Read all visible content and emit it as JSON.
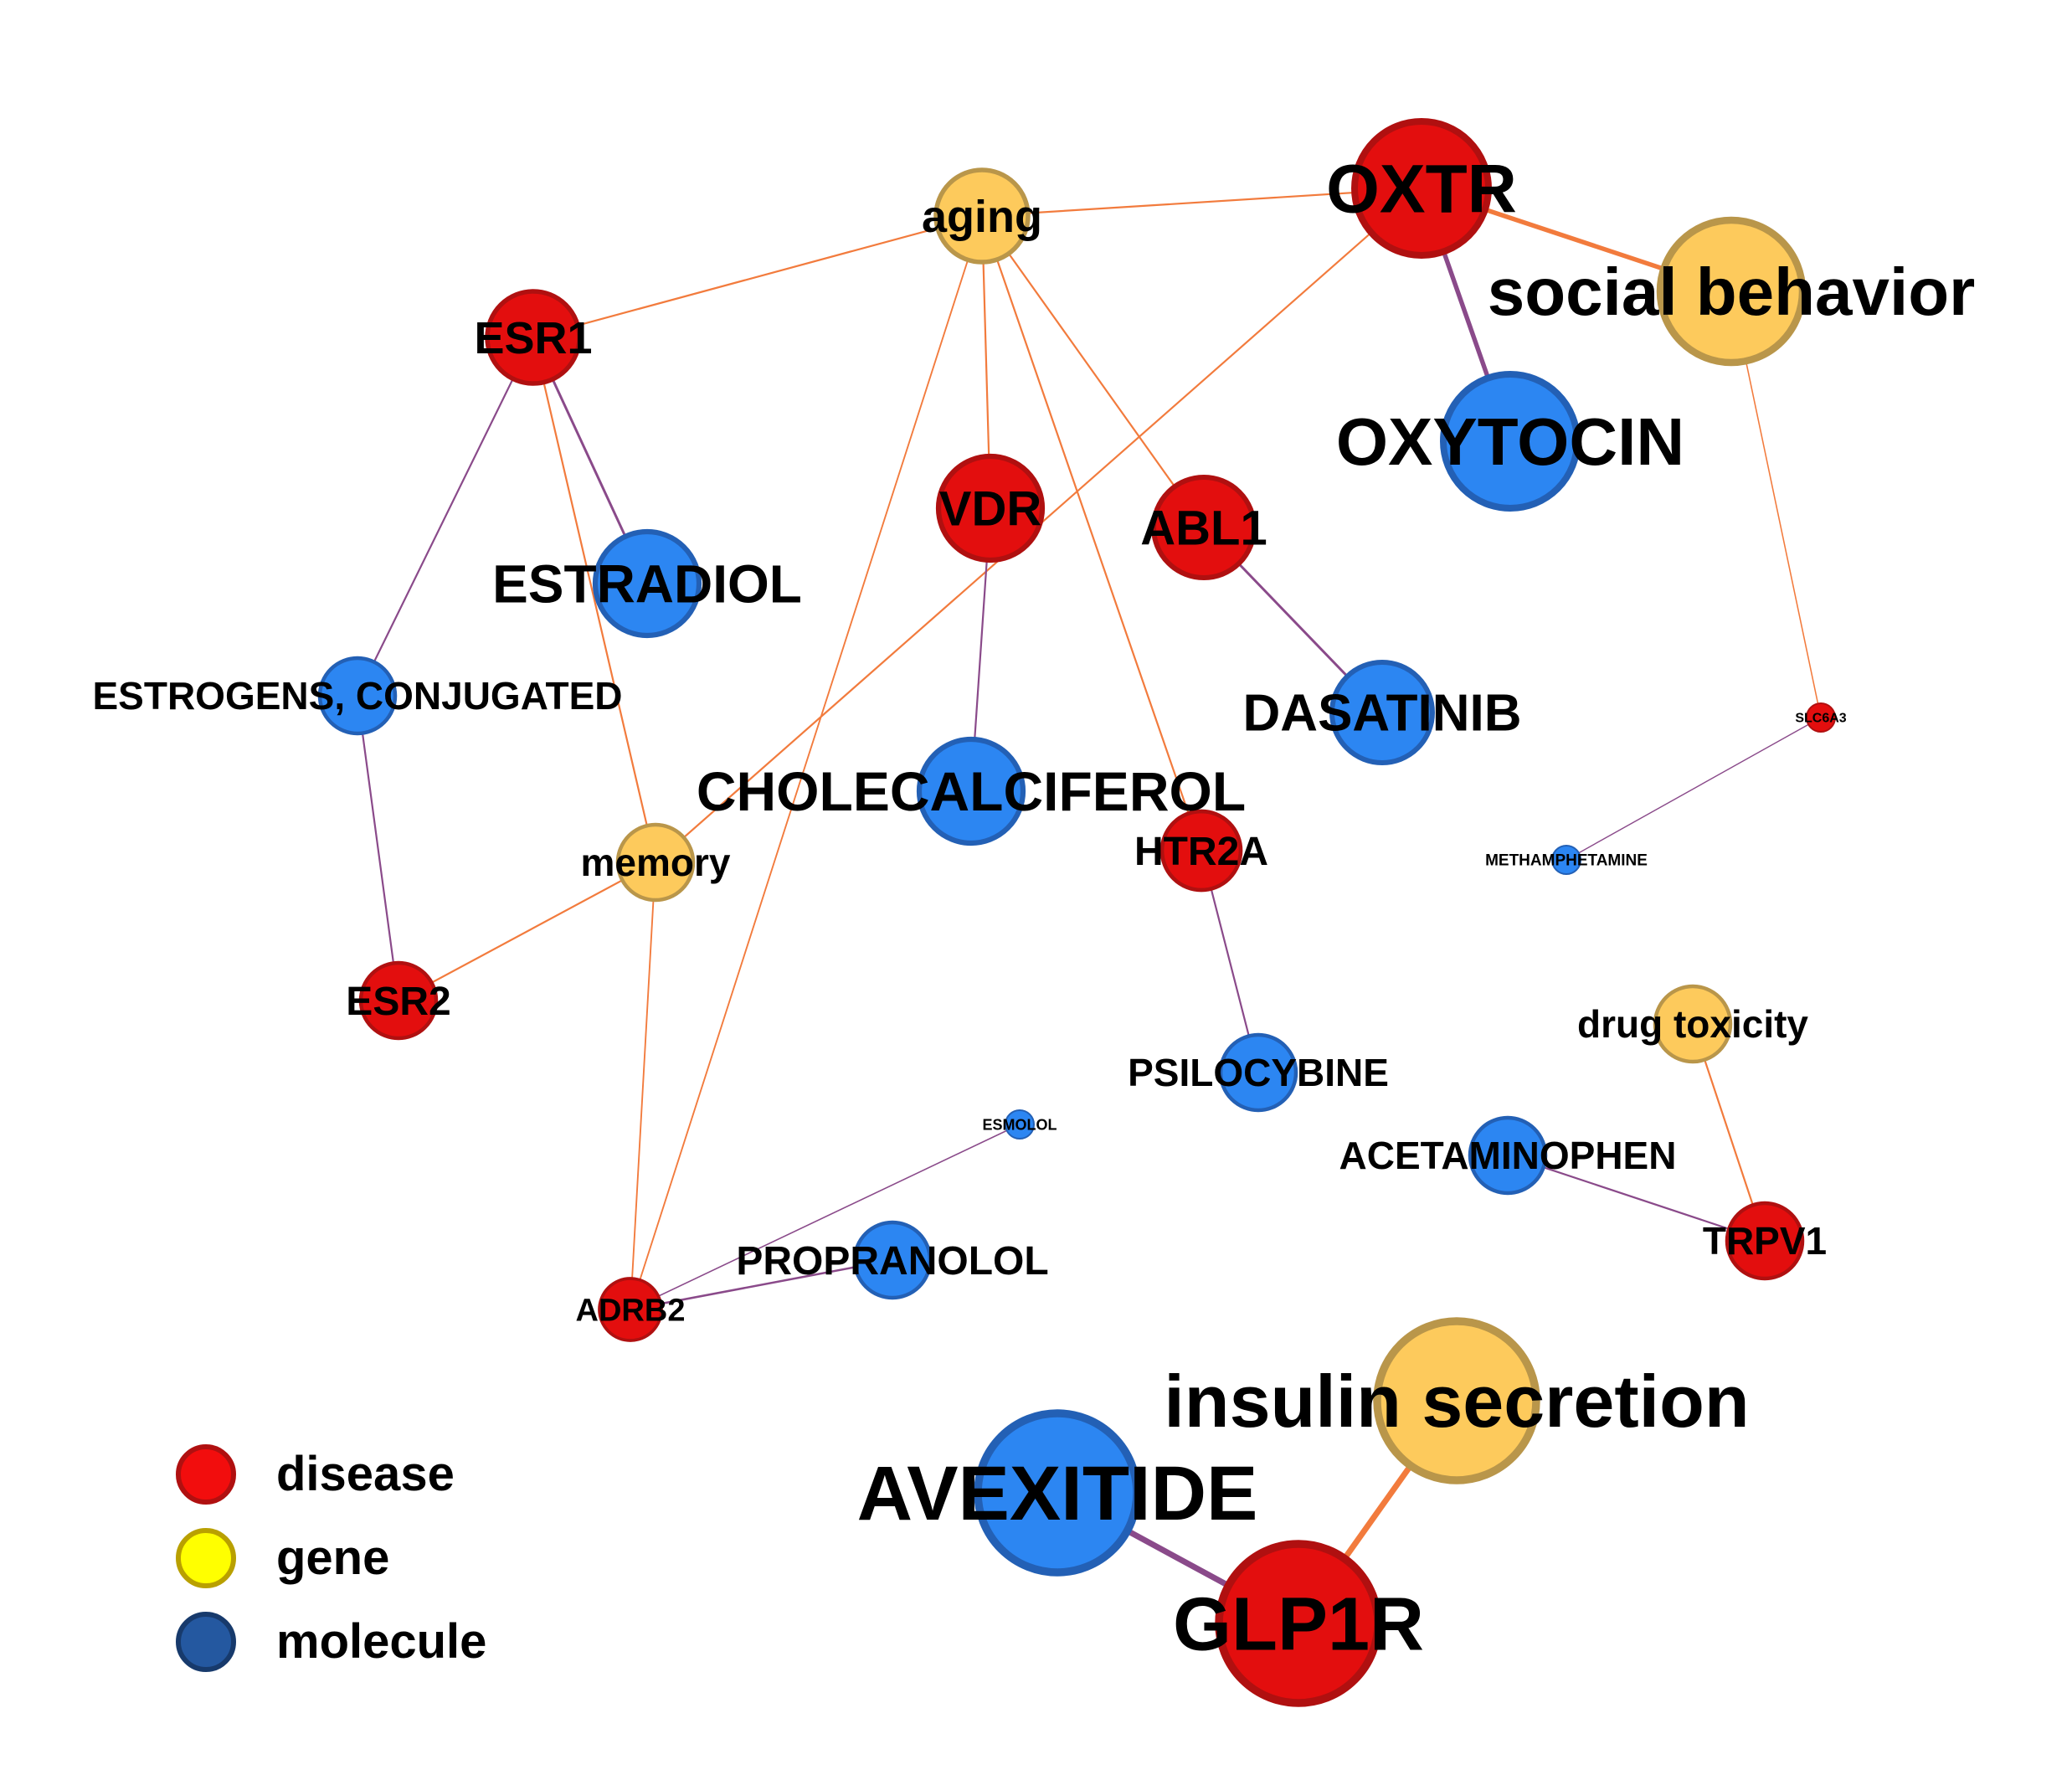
{
  "colors": {
    "disease": "#e30e0e",
    "disease_border": "#b01010",
    "gene": "#fdca5c",
    "gene_border": "#b9964a",
    "molecule": "#2c86f2",
    "molecule_border": "#2360b5",
    "edge_orange": "#f27b3d",
    "edge_purple": "#8a4a8a"
  },
  "legend": {
    "items": [
      {
        "label": "disease",
        "fill": "#f20d0d",
        "border": "#b01010"
      },
      {
        "label": "gene",
        "fill": "#ffff00",
        "border": "#b9a000"
      },
      {
        "label": "molecule",
        "fill": "#2458a0",
        "border": "#173a6c"
      }
    ]
  },
  "nodes": [
    {
      "id": "OXTR",
      "label": "OXTR",
      "category": "disease"
    },
    {
      "id": "aging",
      "label": "aging",
      "category": "gene"
    },
    {
      "id": "social",
      "label": "social behavior",
      "category": "gene"
    },
    {
      "id": "ESR1",
      "label": "ESR1",
      "category": "disease"
    },
    {
      "id": "OXYTOCIN",
      "label": "OXYTOCIN",
      "category": "molecule"
    },
    {
      "id": "VDR",
      "label": "VDR",
      "category": "disease"
    },
    {
      "id": "ABL1",
      "label": "ABL1",
      "category": "disease"
    },
    {
      "id": "ESTRADIOL",
      "label": "ESTRADIOL",
      "category": "molecule"
    },
    {
      "id": "ESTROGENS",
      "label": "ESTROGENS, CONJUGATED",
      "category": "molecule"
    },
    {
      "id": "DASATINIB",
      "label": "DASATINIB",
      "category": "molecule"
    },
    {
      "id": "SLC6A3",
      "label": "SLC6A3",
      "category": "disease"
    },
    {
      "id": "CHOLECALCIFEROL",
      "label": "CHOLECALCIFEROL",
      "category": "molecule"
    },
    {
      "id": "HTR2A",
      "label": "HTR2A",
      "category": "disease"
    },
    {
      "id": "memory",
      "label": "memory",
      "category": "gene"
    },
    {
      "id": "METHAMPHETAMINE",
      "label": "METHAMPHETAMINE",
      "category": "molecule"
    },
    {
      "id": "ESR2",
      "label": "ESR2",
      "category": "disease"
    },
    {
      "id": "drugtox",
      "label": "drug toxicity",
      "category": "gene"
    },
    {
      "id": "PSILOCYBINE",
      "label": "PSILOCYBINE",
      "category": "molecule"
    },
    {
      "id": "ESMOLOL",
      "label": "ESMOLOL",
      "category": "molecule"
    },
    {
      "id": "ACETAMINOPHEN",
      "label": "ACETAMINOPHEN",
      "category": "molecule"
    },
    {
      "id": "PROPRANOLOL",
      "label": "PROPRANOLOL",
      "category": "molecule"
    },
    {
      "id": "TRPV1",
      "label": "TRPV1",
      "category": "disease"
    },
    {
      "id": "ADRB2",
      "label": "ADRB2",
      "category": "disease"
    },
    {
      "id": "insulin",
      "label": "insulin secretion",
      "category": "gene"
    },
    {
      "id": "AVEXITIDE",
      "label": "AVEXITIDE",
      "category": "molecule"
    },
    {
      "id": "GLP1R",
      "label": "GLP1R",
      "category": "disease"
    }
  ],
  "edges": [
    {
      "source": "aging",
      "target": "OXTR",
      "type": "orange",
      "weight": 1
    },
    {
      "source": "aging",
      "target": "ESR1",
      "type": "orange",
      "weight": 1
    },
    {
      "source": "aging",
      "target": "VDR",
      "type": "orange",
      "weight": 1
    },
    {
      "source": "aging",
      "target": "ABL1",
      "type": "orange",
      "weight": 1
    },
    {
      "source": "aging",
      "target": "HTR2A",
      "type": "orange",
      "weight": 1
    },
    {
      "source": "aging",
      "target": "ADRB2",
      "type": "orange",
      "weight": 0.8
    },
    {
      "source": "OXTR",
      "target": "social",
      "type": "orange",
      "weight": 3
    },
    {
      "source": "OXTR",
      "target": "OXYTOCIN",
      "type": "purple",
      "weight": 3
    },
    {
      "source": "OXTR",
      "target": "memory",
      "type": "orange",
      "weight": 1
    },
    {
      "source": "social",
      "target": "SLC6A3",
      "type": "orange",
      "weight": 0.6
    },
    {
      "source": "ESR1",
      "target": "ESTRADIOL",
      "type": "purple",
      "weight": 1.5
    },
    {
      "source": "ESR1",
      "target": "ESTROGENS",
      "type": "purple",
      "weight": 1
    },
    {
      "source": "ESR1",
      "target": "memory",
      "type": "orange",
      "weight": 1
    },
    {
      "source": "ESTROGENS",
      "target": "ESR2",
      "type": "purple",
      "weight": 1
    },
    {
      "source": "memory",
      "target": "ESR2",
      "type": "orange",
      "weight": 1
    },
    {
      "source": "memory",
      "target": "ADRB2",
      "type": "orange",
      "weight": 0.8
    },
    {
      "source": "VDR",
      "target": "CHOLECALCIFEROL",
      "type": "purple",
      "weight": 1
    },
    {
      "source": "ABL1",
      "target": "DASATINIB",
      "type": "purple",
      "weight": 1.5
    },
    {
      "source": "HTR2A",
      "target": "PSILOCYBINE",
      "type": "purple",
      "weight": 1
    },
    {
      "source": "SLC6A3",
      "target": "METHAMPHETAMINE",
      "type": "purple",
      "weight": 0.5
    },
    {
      "source": "drugtox",
      "target": "TRPV1",
      "type": "orange",
      "weight": 1
    },
    {
      "source": "ACETAMINOPHEN",
      "target": "TRPV1",
      "type": "purple",
      "weight": 1
    },
    {
      "source": "ADRB2",
      "target": "PROPRANOLOL",
      "type": "purple",
      "weight": 1.2
    },
    {
      "source": "ADRB2",
      "target": "ESMOLOL",
      "type": "purple",
      "weight": 0.6
    },
    {
      "source": "insulin",
      "target": "GLP1R",
      "type": "orange",
      "weight": 4
    },
    {
      "source": "AVEXITIDE",
      "target": "GLP1R",
      "type": "purple",
      "weight": 4
    }
  ]
}
